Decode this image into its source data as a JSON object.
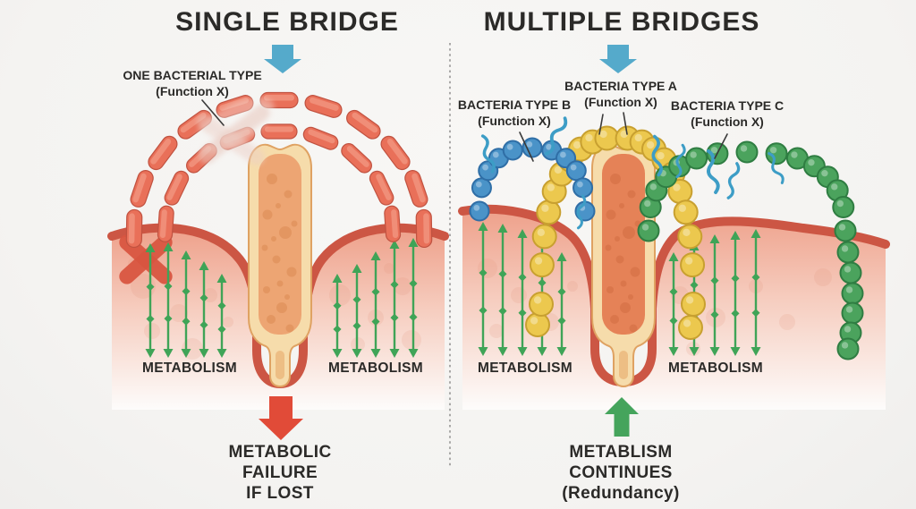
{
  "left_panel": {
    "title": "SINGLE BRIDGE",
    "bridge_label": {
      "line1": "ONE BACTERIAL TYPE",
      "line2": "(Function X)"
    },
    "metabolism_left": "METABOLISM",
    "metabolism_right": "METABOLISM",
    "outcome": {
      "line1": "METABOLIC",
      "line2": "FAILURE",
      "line3": "IF LOST"
    }
  },
  "right_panel": {
    "title": "MULTIPLE BRIDGES",
    "labels": {
      "type_a": {
        "line1": "BACTERIA TYPE A",
        "line2": "(Function X)"
      },
      "type_b": {
        "line1": "BACTERIA TYPE B",
        "line2": "(Function X)"
      },
      "type_c": {
        "line1": "BACTERIA TYPE C",
        "line2": "(Function X)"
      }
    },
    "metabolism_left": "METABOLISM",
    "metabolism_right": "METABOLISM",
    "outcome": {
      "line1": "METABLISM",
      "line2": "CONTINUES",
      "line3": "(Redundancy)"
    }
  },
  "colors": {
    "background": "#f6f5f3",
    "title_text": "#2b2a28",
    "blue_arrow": "#55aacb",
    "red_arrow": "#e14b38",
    "green_arrow": "#45a45c",
    "rod_fill": "#e97059",
    "rod_stroke": "#c05240",
    "rod_highlight": "#f5a791",
    "tissue_border": "#cc5644",
    "tissue_top": "#eea08a",
    "villus_band": "#f6dcab",
    "villus_band_stroke": "#dfa262",
    "villus_inner_left": "#eda573",
    "villus_speckle_left": "#d98850",
    "villus_inner_right": "#e58257",
    "villus_speckle_right": "#cf6a40",
    "metabolism_arrow": "#3fa457",
    "red_x": "#d85540",
    "bead_yellow": "#ecc84e",
    "bead_yellow_stroke": "#c8a030",
    "bead_blue": "#4a93c8",
    "bead_blue_stroke": "#2f6ea6",
    "bead_green": "#4ba35d",
    "bead_green_stroke": "#2f7d42",
    "flagella": "#3d9dc6",
    "leader_line": "#3a3a3a",
    "divider": "#969594"
  }
}
